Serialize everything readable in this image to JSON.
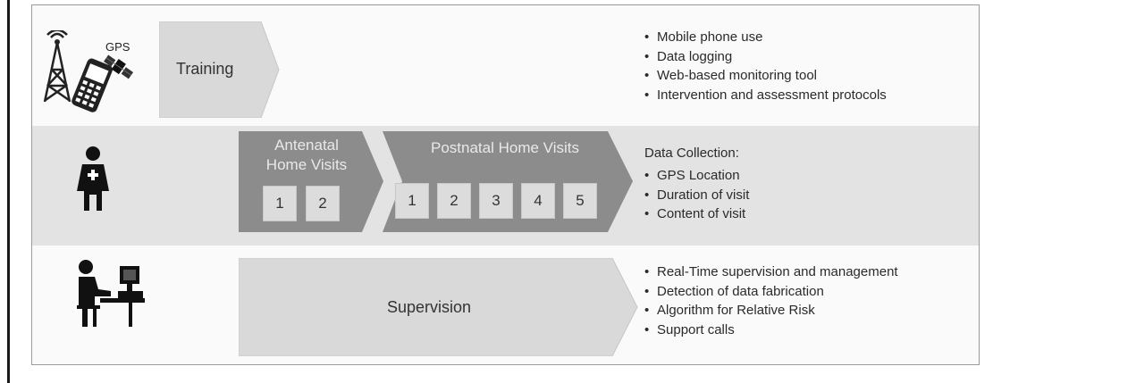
{
  "rows": {
    "training": {
      "icon": "gps-phone-tower-icon",
      "gps_label": "GPS",
      "stage_label": "Training",
      "bullets": [
        "Mobile phone use",
        "Data logging",
        "Web-based monitoring tool",
        "Intervention and assessment protocols"
      ]
    },
    "visits": {
      "icon": "nurse-icon",
      "antenatal": {
        "label_line1": "Antenatal",
        "label_line2": "Home Visits",
        "boxes": [
          "1",
          "2"
        ]
      },
      "postnatal": {
        "label": "Postnatal Home Visits",
        "boxes": [
          "1",
          "2",
          "3",
          "4",
          "5"
        ]
      },
      "heading": "Data Collection:",
      "bullets": [
        "GPS Location",
        "Duration of visit",
        "Content of visit"
      ]
    },
    "supervision": {
      "icon": "person-at-computer-icon",
      "stage_label": "Supervision",
      "bullets": [
        "Real-Time supervision and management",
        "Detection of data fabrication",
        "Algorithm for Relative Risk",
        "Support calls"
      ]
    }
  },
  "colors": {
    "light_band": "#fafafa",
    "mid_band": "#e3e3e3",
    "chevron_light": "#d9d9d9",
    "chevron_dark": "#8c8c8c",
    "number_box": "#dcdcdc"
  }
}
